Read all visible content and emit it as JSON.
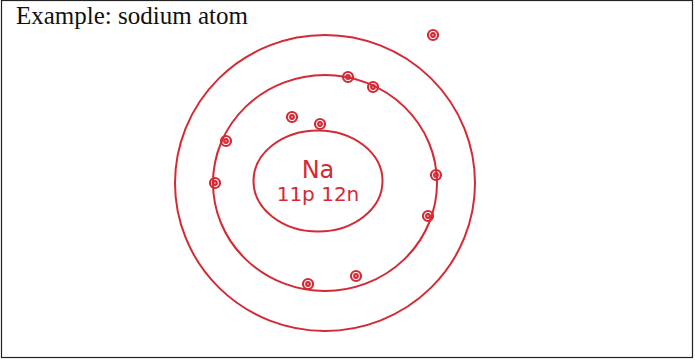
{
  "diagram": {
    "title": "Example: sodium atom",
    "nodes": [
      {
        "text": [
          "Na",
          "11p 12n"
        ]
      }
    ]
  }
}
